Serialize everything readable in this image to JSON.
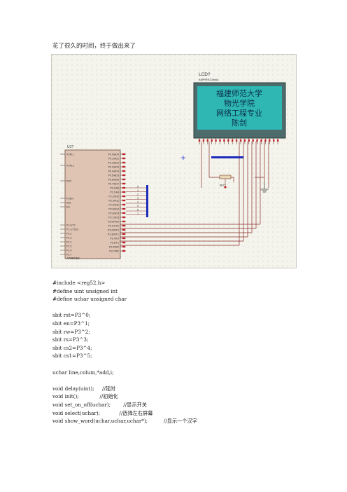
{
  "intro": "花了很久的时间，终于做出来了",
  "schematic": {
    "lcd_ref": "LCD?",
    "lcd_model": "AMPIRE128x64",
    "lcd_lines": [
      "福建师范大学",
      "物光学院",
      "网络工程专业",
      "陈剑"
    ],
    "mcu_ref": "U1?",
    "mcu_model": "AT89C52",
    "mcu_left_pins": [
      "XTAL1",
      "XTAL2",
      "RST",
      "PSEN",
      "ALE",
      "EA",
      "P1.0/T2",
      "P1.1/T2EX",
      "P1.2",
      "P1.3",
      "P1.4",
      "P1.5",
      "P1.6",
      "P1.7"
    ],
    "mcu_right_pins": [
      "P0.0/AD0",
      "P0.1/AD1",
      "P0.2/AD2",
      "P0.3/AD3",
      "P0.4/AD4",
      "P0.5/AD5",
      "P0.6/AD6",
      "P0.7/AD7",
      "P2.0/A8",
      "P2.1/A9",
      "P2.2/A10",
      "P2.3/A11",
      "P2.4/A12",
      "P2.5/A13",
      "P2.6/A14",
      "P2.7/A15",
      "P3.0/RXD",
      "P3.1/TXD",
      "P3.2/INT0",
      "P3.3/INT1",
      "P3.4/T0",
      "P3.5/T1",
      "P3.6/WR",
      "P3.7/RD"
    ],
    "bus_labels": [
      "0",
      "1",
      "2",
      "3",
      "4",
      "5",
      "6",
      "7"
    ],
    "pot_label": "RV?"
  },
  "code_lines": [
    "#include <reg52.h>",
    "#define uint unsigned int",
    "#define uchar unsigned char",
    "",
    "sbit rst=P3^0;",
    "sbit en=P3^1;",
    "sbit rw=P3^2;",
    "sbit rs=P3^3;",
    "sbit cs2=P3^4;",
    "sbit cs1=P3^5;",
    "",
    "uchar line,colum,*add,i;",
    "",
    "void delay(uint);     //延时",
    "void init();             //初始化",
    "void set_on_off(uchar);        //显示开关",
    "void select(uchar);            //选择左右屏幕",
    "void show_word(uchar,uchar,uchar*);          //显示一个汉字"
  ]
}
